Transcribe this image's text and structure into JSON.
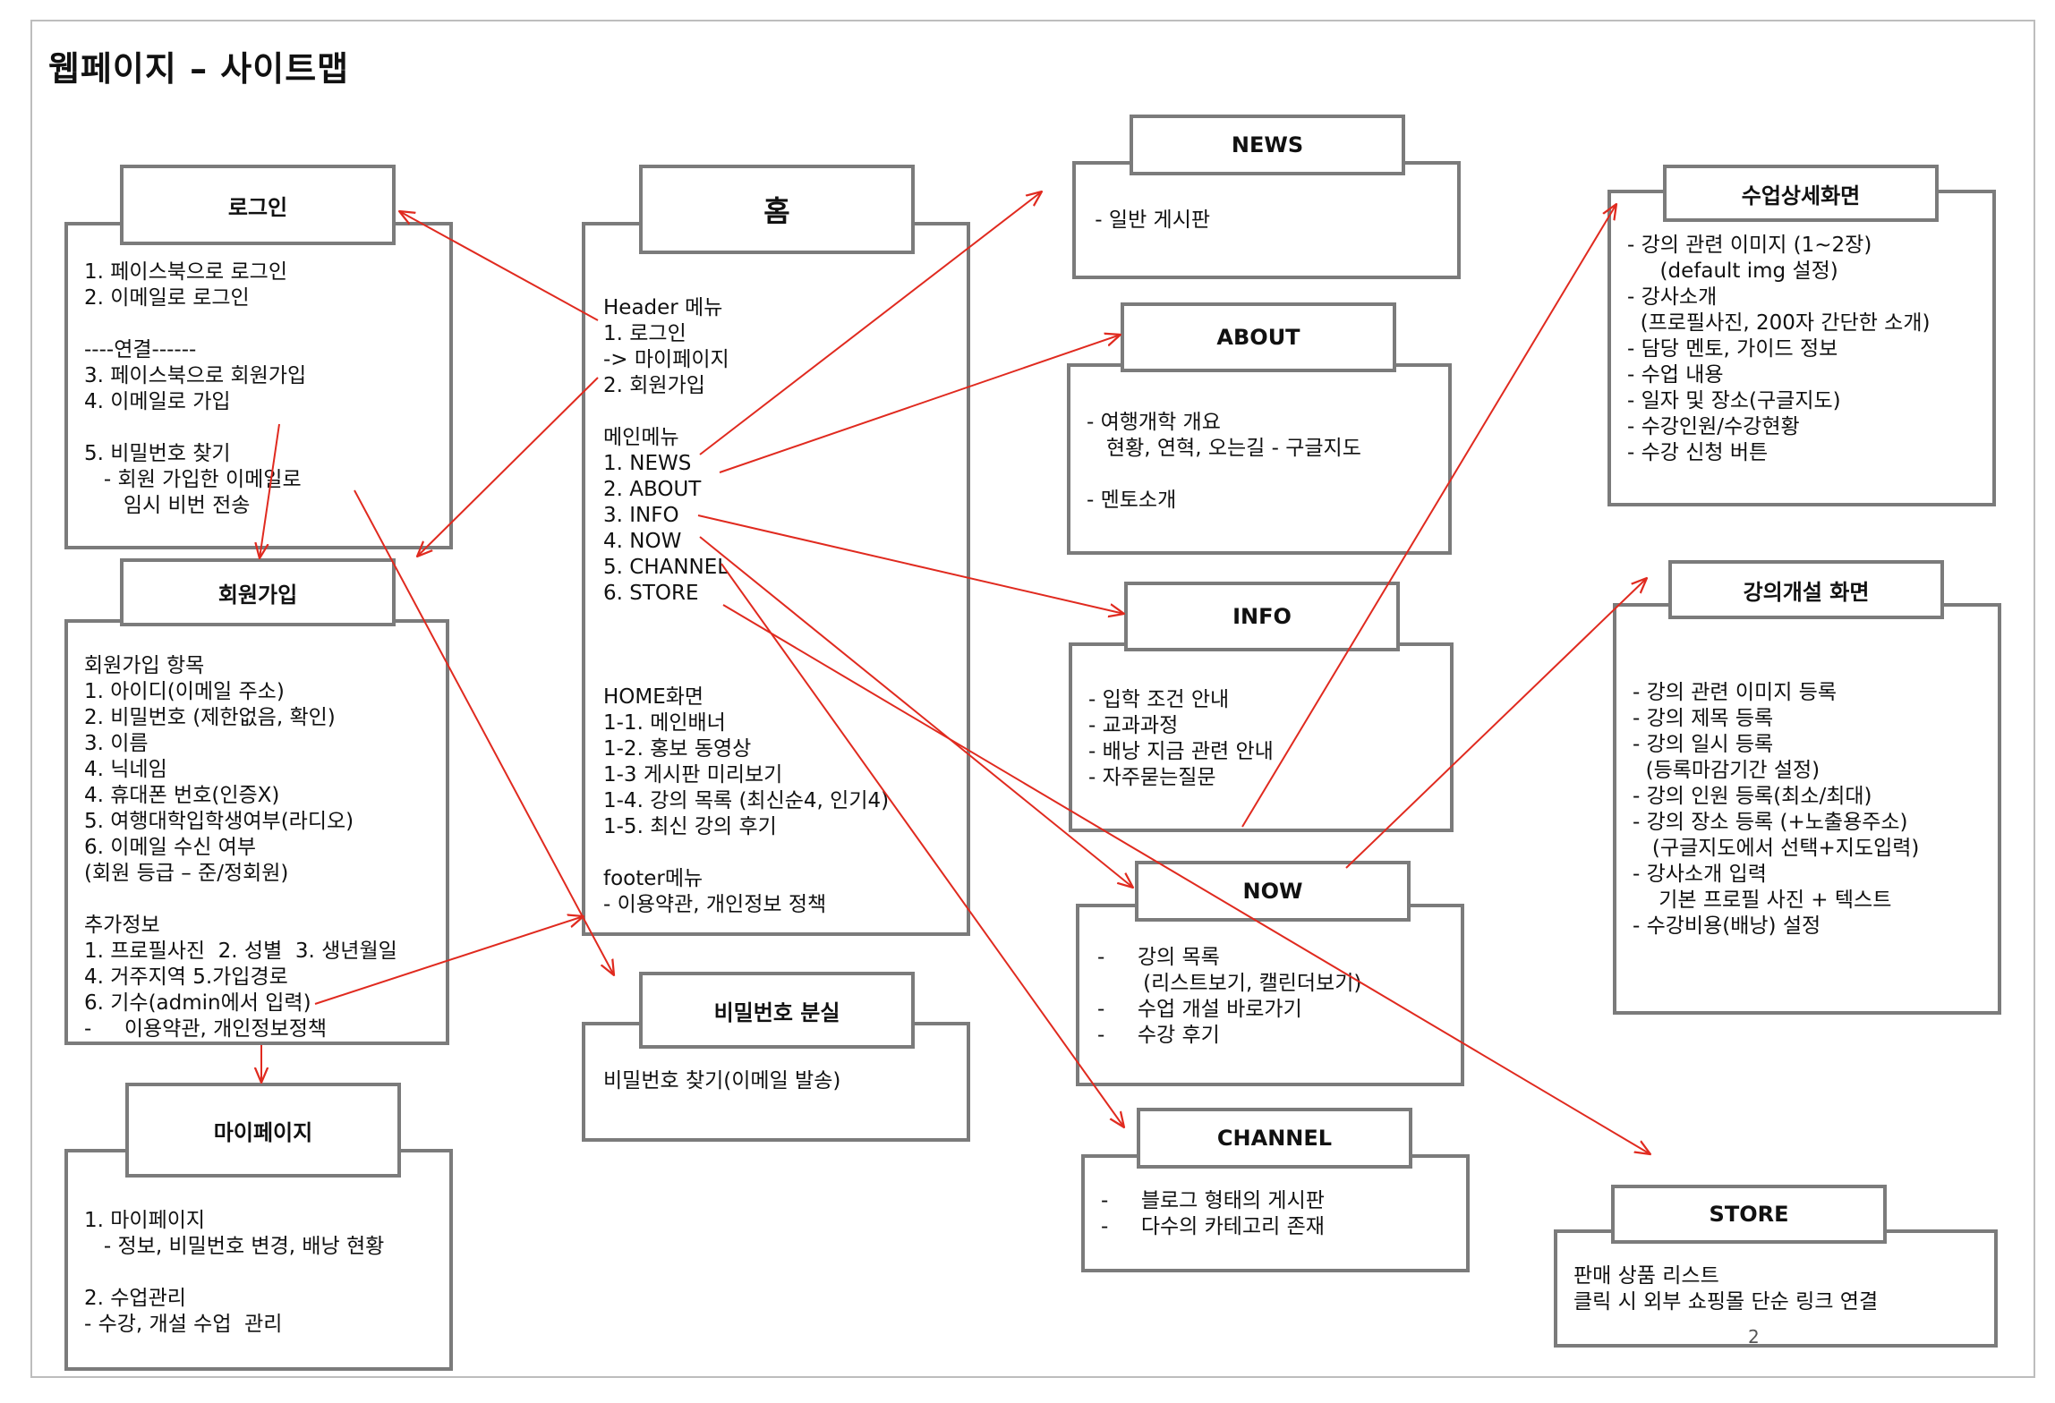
{
  "title": "웹페이지 – 사이트맵",
  "page_number": "2",
  "colors": {
    "border": "#7b7b7b",
    "arrow": "#e02a1f",
    "frame": "#bdbdbd"
  },
  "nodes": {
    "login": {
      "title": "로그인",
      "lines": "1. 페이스북으로 로그인\n2. 이메일로 로그인\n\n----연결------\n3. 페이스북으로 회원가입\n4. 이메일로 가입\n\n5. 비밀번호 찾기\n   - 회원 가입한 이메일로\n      임시 비번 전송"
    },
    "signup": {
      "title": "회원가입",
      "lines": "회원가입 항목\n1. 아이디(이메일 주소)\n2. 비밀번호 (제한없음, 확인)\n3. 이름\n4. 닉네임\n4. 휴대폰 번호(인증X)\n5. 여행대학입학생여부(라디오)\n6. 이메일 수신 여부\n(회원 등급 – 준/정회원)\n\n추가정보\n1. 프로필사진  2. 성별  3. 생년월일\n4. 거주지역 5.가입경로\n6. 기수(admin에서 입력)\n-     이용약관, 개인정보정책"
    },
    "mypage": {
      "title": "마이페이지",
      "lines": "1. 마이페이지\n   - 정보, 비밀번호 변경, 배낭 현황\n\n2. 수업관리\n- 수강, 개설 수업  관리"
    },
    "home": {
      "title": "홈",
      "lines": "Header 메뉴\n1. 로그인\n-> 마이페이지\n2. 회원가입\n\n메인메뉴\n1. NEWS\n2. ABOUT\n3. INFO\n4. NOW\n5. CHANNEL\n6. STORE\n\n\n\nHOME화면\n1-1. 메인배너\n1-2. 홍보 동영상\n1-3 게시판 미리보기\n1-4. 강의 목록 (최신순4, 인기4)\n1-5. 최신 강의 후기\n\nfooter메뉴\n- 이용약관, 개인정보 정책"
    },
    "password": {
      "title": "비밀번호 분실",
      "lines": "비밀번호 찾기(이메일 발송)"
    },
    "news": {
      "title": "NEWS",
      "lines": " - 일반 게시판"
    },
    "about": {
      "title": "ABOUT",
      "lines": "- 여행개학 개요\n   현황, 연혁, 오는길 - 구글지도\n\n- 멘토소개"
    },
    "info": {
      "title": "INFO",
      "lines": "- 입학 조건 안내\n- 교과과정\n- 배낭 지금 관련 안내\n- 자주묻는질문"
    },
    "now": {
      "title": "NOW",
      "lines": "-     강의 목록\n       (리스트보기, 캘린더보기)\n-     수업 개설 바로가기\n-     수강 후기"
    },
    "channel": {
      "title": "CHANNEL",
      "lines": "-     블로그 형태의 게시판\n-     다수의 카테고리 존재"
    },
    "class_detail": {
      "title": "수업상세화면",
      "lines": "- 강의 관련 이미지 (1~2장)\n     (default img 설정)\n- 강사소개\n  (프로필사진, 200자 간단한 소개)\n- 담당 멘토, 가이드 정보\n- 수업 내용\n- 일자 및 장소(구글지도)\n- 수강인원/수강현황\n- 수강 신청 버튼"
    },
    "class_open": {
      "title": "강의개설 화면",
      "lines": "- 강의 관련 이미지 등록\n- 강의 제목 등록\n- 강의 일시 등록\n  (등록마감기간 설정)\n- 강의 인원 등록(최소/최대)\n- 강의 장소 등록 (+노출용주소)\n   (구글지도에서 선택+지도입력)\n- 강사소개 입력\n    기본 프로필 사진 + 텍스트\n- 수강비용(배낭) 설정"
    },
    "store": {
      "title": "STORE",
      "lines": "판매 상품 리스트\n클릭 시 외부 쇼핑몰 단순 링크 연결"
    }
  }
}
